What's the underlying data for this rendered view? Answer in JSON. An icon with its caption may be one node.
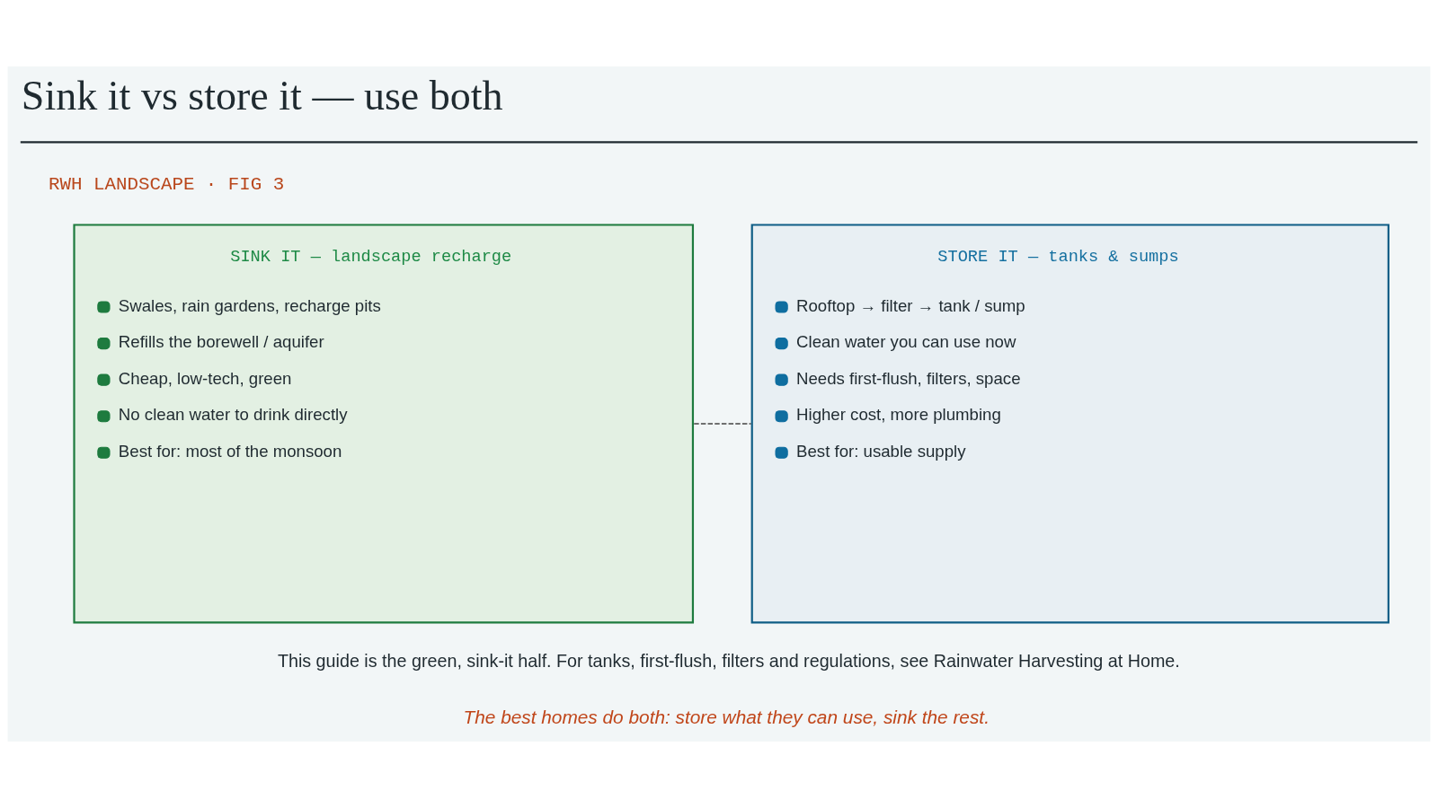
{
  "diagram": {
    "title": "Sink it vs store it — use both",
    "nodes": [
      {
        "text": [
          "SINK IT — landscape recharge",
          "Swales, rain gardens, recharge pits",
          "Refills the borewell / aquifer",
          "Cheap, low-tech, green",
          "No clean water to drink directly",
          "Best for: most of the monsoon"
        ]
      },
      {
        "text": [
          "STORE IT — tanks & sumps",
          "Rooftop → filter → tank / sump",
          "Clean water you can use now",
          "Needs first-flush, filters, space",
          "Higher cost, more plumbing",
          "Best for: usable supply"
        ]
      }
    ],
    "edges": [
      {
        "from": 0,
        "to": 1,
        "arrow": "none",
        "style": "dashed"
      }
    ],
    "labels": [
      "RWH LANDSCAPE · FIG 3",
      "This guide is the green, sink-it half. For tanks, first-flush, filters and regulations, see Rainwater Harvesting at Home.",
      "The best homes do both: store what they can use, sink the rest."
    ]
  }
}
